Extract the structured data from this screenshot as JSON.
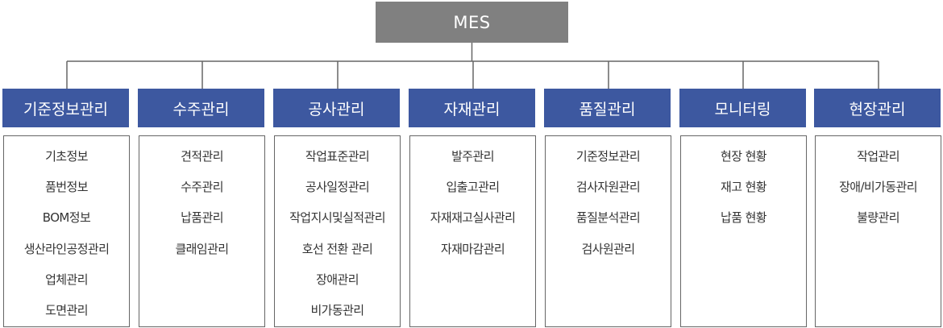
{
  "root": {
    "label": "MES"
  },
  "colors": {
    "root_bg": "#808080",
    "header_bg": "#3d58a0",
    "line": "#666666",
    "text": "#333333"
  },
  "columns": [
    {
      "title": "기준정보관리",
      "items": [
        "기초정보",
        "품번정보",
        "BOM정보",
        "생산라인공정관리",
        "업체관리",
        "도면관리"
      ]
    },
    {
      "title": "수주관리",
      "items": [
        "견적관리",
        "수주관리",
        "납품관리",
        "클래임관리"
      ]
    },
    {
      "title": "공사관리",
      "items": [
        "작업표준관리",
        "공사일정관리",
        "작업지시및실적관리",
        "호선 전환 관리",
        "장애관리",
        "비가동관리"
      ]
    },
    {
      "title": "자재관리",
      "items": [
        "발주관리",
        "입출고관리",
        "자재재고실사관리",
        "자재마감관리"
      ]
    },
    {
      "title": "품질관리",
      "items": [
        "기준정보관리",
        "검사자원관리",
        "품질분석관리",
        "검사원관리"
      ]
    },
    {
      "title": "모니터링",
      "items": [
        "현장 현황",
        "재고 현황",
        "납품 현황"
      ]
    },
    {
      "title": "현장관리",
      "items": [
        "작업관리",
        "장애/비가동관리",
        "불량관리"
      ]
    }
  ]
}
